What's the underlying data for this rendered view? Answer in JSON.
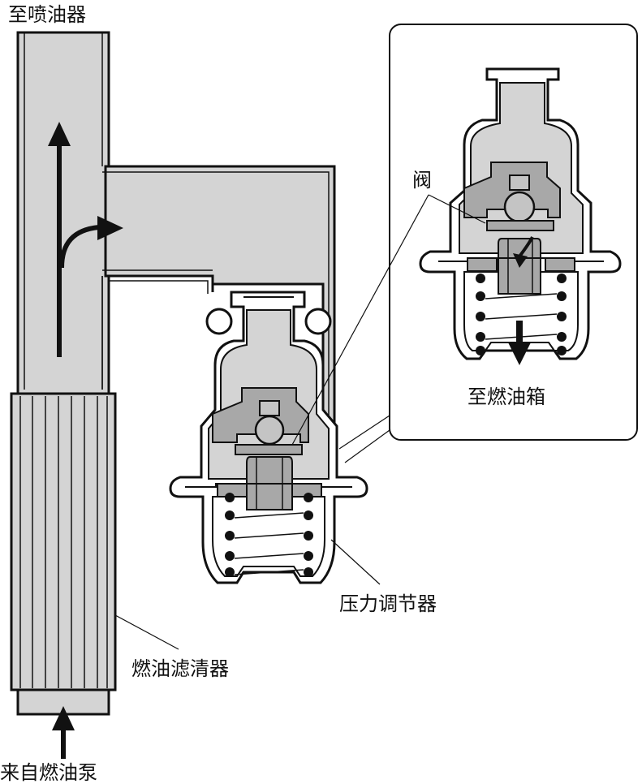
{
  "labels": {
    "to_injector": "至喷油器",
    "from_pump": "来自燃油泵",
    "fuel_filter": "燃油滤清器",
    "pressure_regulator": "压力调节器",
    "valve": "阀",
    "to_tank": "至燃油箱"
  },
  "colors": {
    "fill": "#d4d4d4",
    "part": "#a8a8a8",
    "stroke": "#111111",
    "background": "#ffffff"
  }
}
